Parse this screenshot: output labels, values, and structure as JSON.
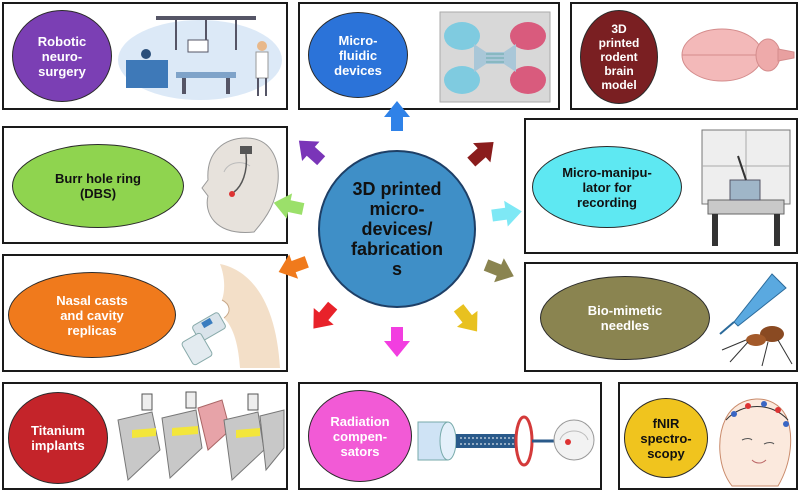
{
  "center": {
    "label": "3D printed\nmicro-\ndevices/\nfabrication\ns"
  },
  "nodes": {
    "robotic": {
      "label": "Robotic\nneuro-\nsurgery",
      "color": "#7b3fb4"
    },
    "microfluidic": {
      "label": "Micro-\nfluidic\ndevices",
      "color": "#2b73d9"
    },
    "rodent_brain": {
      "label": "3D\nprinted\nrodent\nbrain\nmodel",
      "color": "#7a1f22"
    },
    "burr_hole": {
      "label": "Burr hole ring\n(DBS)",
      "color": "#8fd44f"
    },
    "micromanipulator": {
      "label": "Micro-manipu-\nlator for\nrecording",
      "color": "#5ee8f2"
    },
    "nasal": {
      "label": "Nasal casts\nand cavity\nreplicas",
      "color": "#f07a1c"
    },
    "biomimetic": {
      "label": "Bio-mimetic\nneedles",
      "color": "#8a8450"
    },
    "titanium": {
      "label": "Titanium\nimplants",
      "color": "#c4242a"
    },
    "radiation": {
      "label": "Radiation\ncompen-\nsators",
      "color": "#f25ad6"
    },
    "fnir": {
      "label": "fNIR\nspectro-\nscopy",
      "color": "#f0c41e"
    }
  },
  "arrow_colors": {
    "up": "#2f82e8",
    "up_right": "#8a1c1c",
    "right": "#7ee8f5",
    "down_right": "#8a8450",
    "down_right_low": "#e8c11f",
    "down": "#f23ee0",
    "down_left": "#e8222a",
    "left_low": "#f07a1c",
    "left": "#9be06a",
    "up_left": "#7a35b8"
  }
}
